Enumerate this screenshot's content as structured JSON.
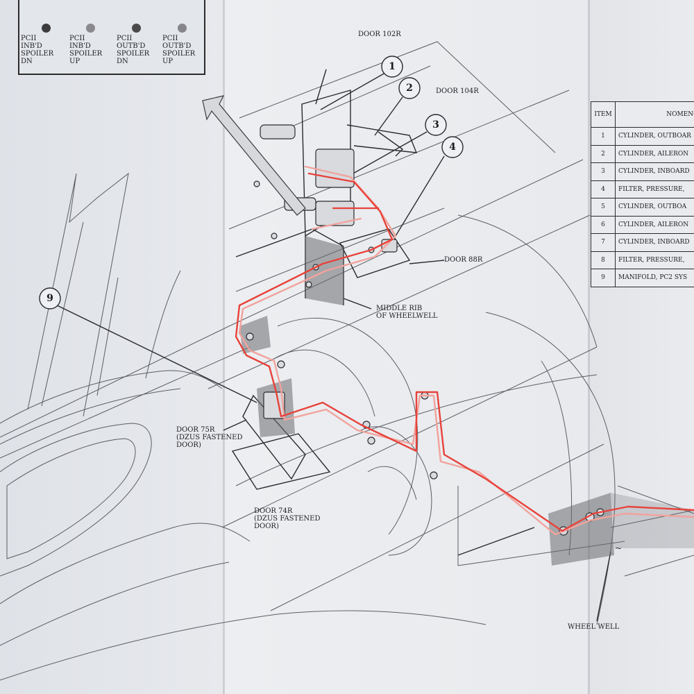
{
  "legend": {
    "items": [
      {
        "label": "PCII\nINB'D\nSPOILER\nDN",
        "color": "#3c3c3e"
      },
      {
        "label": "PCII\nINB'D\nSPOILER\nUP",
        "color": "#8a8a8e"
      },
      {
        "label": "PCII\nOUTB'D\nSPOILER\nDN",
        "color": "#4a4a4c"
      },
      {
        "label": "PCII\nOUTB'D\nSPOILER\nUP",
        "color": "#85858a"
      }
    ]
  },
  "callouts": [
    "1",
    "2",
    "3",
    "4",
    "9"
  ],
  "labels": {
    "door_102r": "DOOR 102R",
    "door_104r": "DOOR 104R",
    "door_88r": "DOOR 88R",
    "middle_rib": "MIDDLE RIB\nOF WHEELWELL",
    "door_75r": "DOOR 75R\n(DZUS FASTENED\nDOOR)",
    "door_74r": "DOOR 74R\n(DZUS FASTENED\nDOOR)",
    "wheel_well": "WHEEL WELL",
    "tilde": "~"
  },
  "table": {
    "header_item": "ITEM",
    "header_nomenclature": "NOMENC",
    "rows": [
      {
        "item": "1",
        "name": "CYLINDER, OUTBOAR"
      },
      {
        "item": "2",
        "name": "CYLINDER, AILERON"
      },
      {
        "item": "3",
        "name": "CYLINDER, INBOARD"
      },
      {
        "item": "4",
        "name": "FILTER, PRESSURE,"
      },
      {
        "item": "5",
        "name": "CYLINDER, OUTBOA"
      },
      {
        "item": "6",
        "name": "CYLINDER, AILERON"
      },
      {
        "item": "7",
        "name": "CYLINDER, INBOARD"
      },
      {
        "item": "8",
        "name": "FILTER, PRESSURE,"
      },
      {
        "item": "9",
        "name": "MANIFOLD, PC2 SYS"
      }
    ]
  },
  "colors": {
    "pressure_line": "#e8423a",
    "return_line": "#f2a29c",
    "ink": "#2a2a2e",
    "shading": "#6c6c70"
  }
}
